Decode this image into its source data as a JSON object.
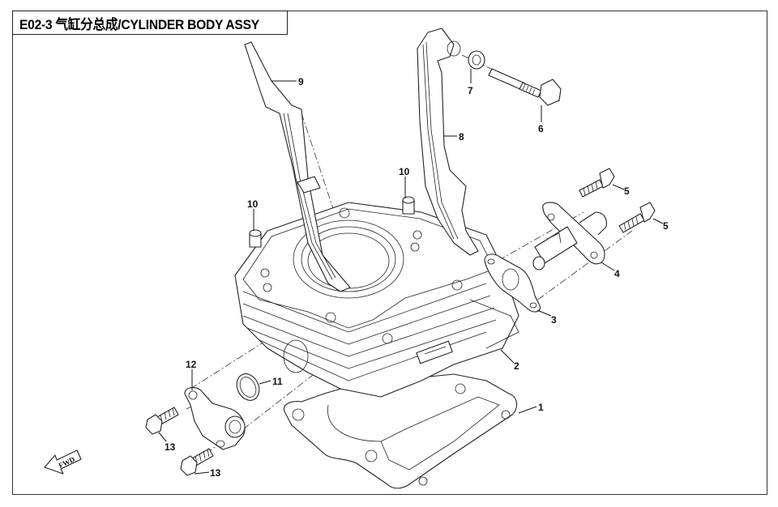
{
  "diagram": {
    "title": "E02-3 气缸分总成/CYLINDER BODY ASSY",
    "direction_label": "FWD",
    "parts": [
      {
        "callout": "1",
        "name": "cylinder-base-gasket"
      },
      {
        "callout": "2",
        "name": "cylinder-body"
      },
      {
        "callout": "3",
        "name": "tensioner-gasket"
      },
      {
        "callout": "4",
        "name": "chain-tensioner"
      },
      {
        "callout": "5",
        "name": "tensioner-bolt"
      },
      {
        "callout": "5",
        "name": "tensioner-bolt"
      },
      {
        "callout": "6",
        "name": "guide-pivot-bolt"
      },
      {
        "callout": "7",
        "name": "washer"
      },
      {
        "callout": "8",
        "name": "chain-tensioner-guide"
      },
      {
        "callout": "9",
        "name": "chain-guide"
      },
      {
        "callout": "10",
        "name": "dowel-pin"
      },
      {
        "callout": "10",
        "name": "dowel-pin"
      },
      {
        "callout": "11",
        "name": "o-ring"
      },
      {
        "callout": "12",
        "name": "water-inlet-pipe"
      },
      {
        "callout": "13",
        "name": "flange-bolt"
      },
      {
        "callout": "13",
        "name": "flange-bolt"
      }
    ]
  }
}
